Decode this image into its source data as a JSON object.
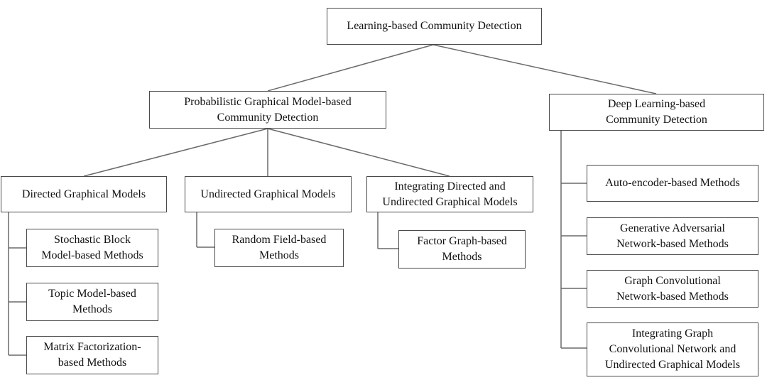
{
  "diagram": {
    "root": "Learning-based Community Detection",
    "pgm": "Probabilistic Graphical Model-based\nCommunity Detection",
    "deep": "Deep Learning-based\nCommunity Detection",
    "directed": "Directed Graphical Models",
    "undirected": "Undirected Graphical Models",
    "integrating": "Integrating Directed and\nUndirected Graphical Models",
    "stochastic": "Stochastic Block\nModel-based Methods",
    "topic": "Topic Model-based\nMethods",
    "matrix": "Matrix Factorization-\nbased Methods",
    "random_field": "Random  Field-based\nMethods",
    "factor_graph": "Factor Graph-based\nMethods",
    "autoencoder": "Auto-encoder-based Methods",
    "gan": "Generative Adversarial\nNetwork-based Methods",
    "gcn": "Graph Convolutional\nNetwork-based Methods",
    "gcn_undirected": "Integrating Graph\nConvolutional Network and\nUndirected Graphical Models"
  }
}
